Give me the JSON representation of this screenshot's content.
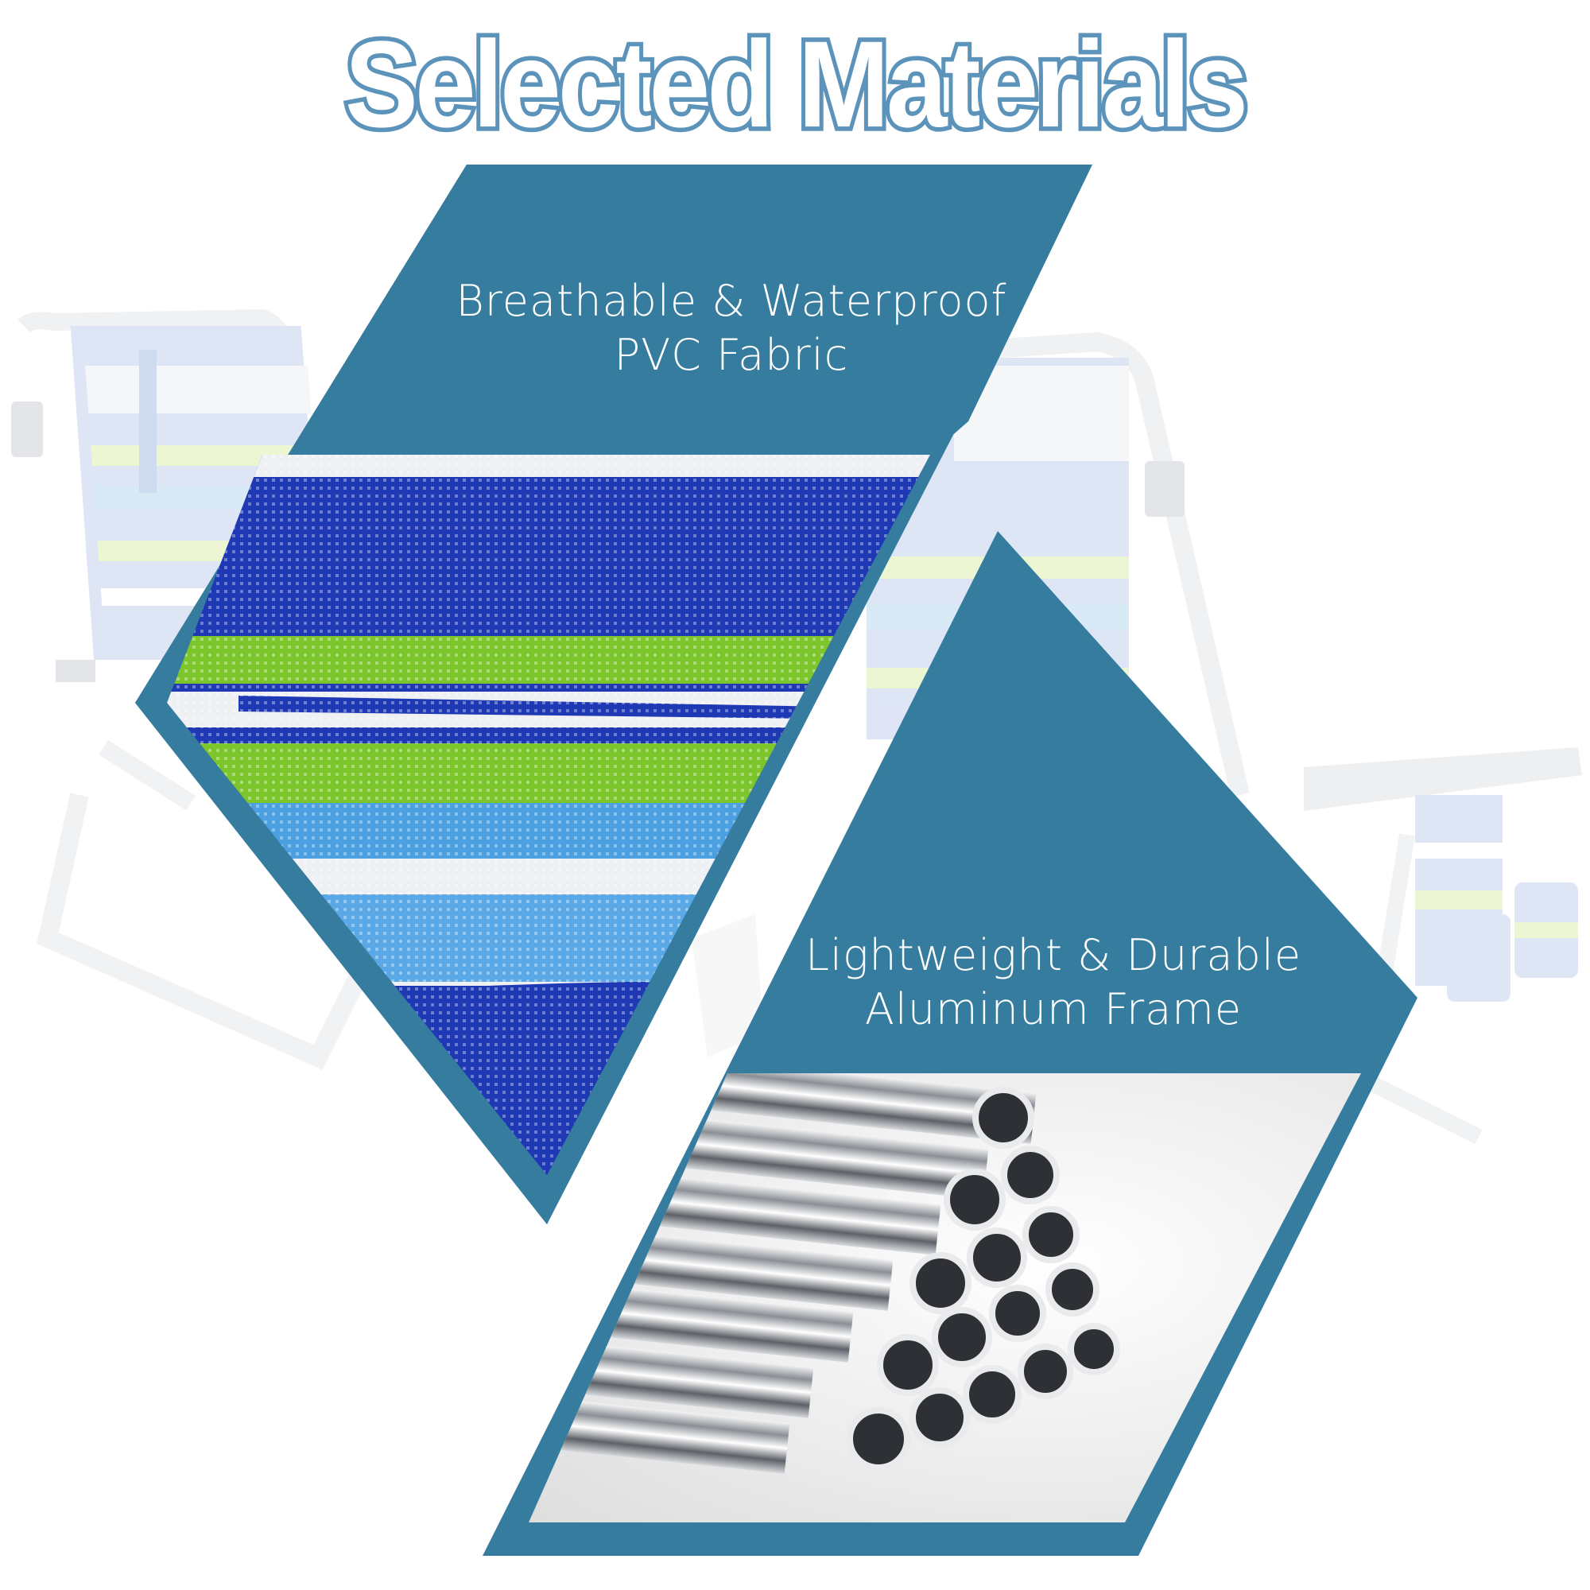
{
  "title": "Selected Materials",
  "colors": {
    "panel": "#357c9e",
    "title_outline": "#5b93ba",
    "text": "#ffffff",
    "fabric_navy": "#1f39b5",
    "fabric_green": "#7cc62b",
    "fabric_light_blue": "#4c9fe0",
    "fabric_white": "#eef0f4"
  },
  "features": [
    {
      "id": "fabric",
      "line1": "Breathable & Waterproof",
      "line2": "PVC Fabric",
      "image": "striped-fabric-closeup"
    },
    {
      "id": "frame",
      "line1": "Lightweight & Durable",
      "line2": "Aluminum Frame",
      "image": "aluminum-tubes-stack"
    }
  ],
  "background": {
    "left": "faded-beach-chair-back",
    "right": "faded-beach-chair-side-with-cup-holders"
  }
}
